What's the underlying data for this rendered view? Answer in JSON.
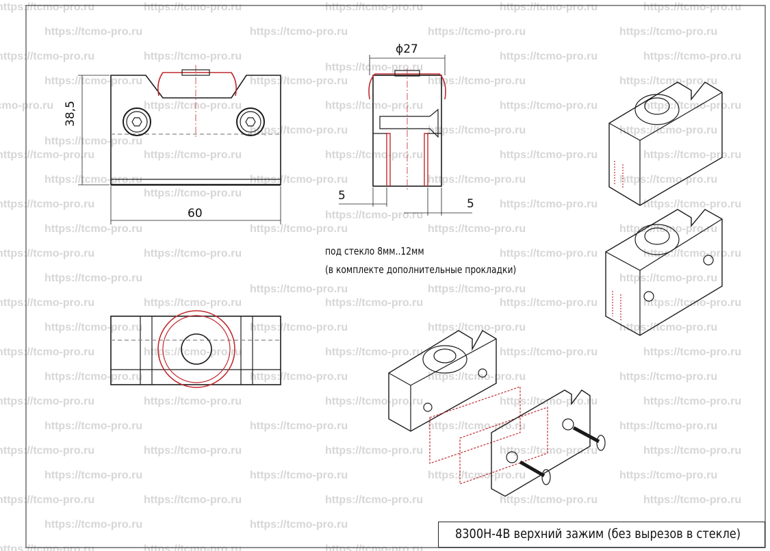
{
  "watermark": "https://tcmo-pro.ru",
  "dimensions": {
    "height": "38,5",
    "width": "60",
    "diameter": "ϕ27",
    "gap_left": "5",
    "gap_right": "5"
  },
  "notes": [
    "под стекло 8мм..12мм",
    "(в комплекте дополнительные прокладки)"
  ],
  "title_block": "8300H-4B  верхний зажим (без вырезов в стекле)",
  "colors": {
    "line": "#1a1a1a",
    "accent": "#c0282d",
    "watermark": "#d6d6d6"
  }
}
